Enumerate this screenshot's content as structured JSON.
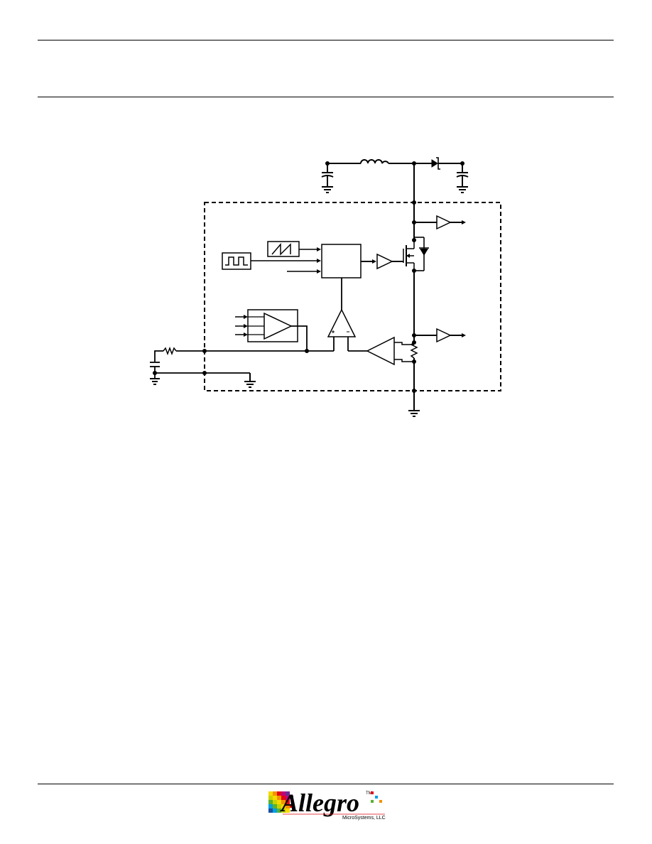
{
  "logo": {
    "wordmark": "Allegro",
    "tagline": "MicroSystems, LLC",
    "trademark": "TM",
    "icon": "allegro-color-mosaic-logo"
  },
  "diagram": {
    "icon": "boost-converter-block-diagram",
    "colors": {
      "line": "#000000",
      "background": "#ffffff"
    }
  }
}
